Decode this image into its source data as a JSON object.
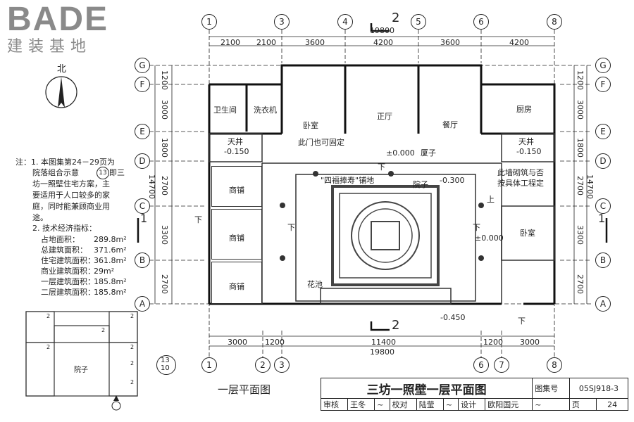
{
  "logo": {
    "brand": "BADE",
    "subtitle": "建装基地"
  },
  "north_label": "北",
  "axes_top": [
    "1",
    "3",
    "4",
    "5",
    "6",
    "8"
  ],
  "axes_bottom": [
    "1",
    "2",
    "3",
    "6",
    "7",
    "8"
  ],
  "axes_left": [
    "G",
    "F",
    "E",
    "D",
    "C",
    "B",
    "A"
  ],
  "axes_right": [
    "G",
    "F",
    "E",
    "D",
    "C",
    "B",
    "A"
  ],
  "section_mark": "2",
  "section_left_mark": "1",
  "section_right_mark": "1",
  "dims_top_total": "19800",
  "dims_top": [
    "2100",
    "2100",
    "3600",
    "4200",
    "3600",
    "4200"
  ],
  "dims_bottom": [
    "3000",
    "1200",
    "11400",
    "1200",
    "3000"
  ],
  "dims_bottom_total": "19800",
  "dims_left": [
    "1200",
    "3000",
    "1800",
    "2700",
    "3300",
    "2700"
  ],
  "dims_left_total": "14700",
  "dims_right": [
    "1200",
    "3000",
    "1800",
    "2700",
    "3300",
    "2700"
  ],
  "dims_right_total": "14700",
  "rooms": {
    "bathroom": "卫生间",
    "laundry": "洗衣机",
    "bedroom_1": "卧室",
    "hall": "正厅",
    "dining": "餐厅",
    "kitchen": "厨房",
    "patio_left": "天井",
    "patio_left_lvl": "-0.150",
    "patio_right": "天井",
    "patio_right_lvl": "-0.150",
    "door_note": "此门也可固定",
    "level_0": "±0.000",
    "corridor": "厦子",
    "down": "下",
    "pavement": "\"四福捧寿\"铺地",
    "courtyard": "院子",
    "courtyard_lvl": "-0.300",
    "wall_note": "此墙砌筑与否",
    "wall_note2": "按具体工程定",
    "up": "上",
    "bedroom_2": "卧室",
    "level_1": "±0.000",
    "flower_bed": "花池",
    "ground_lvl": "-0.450",
    "shop": "商铺"
  },
  "notes": {
    "n1": [
      "注：1. 本图集第24－29页为",
      "院落组合示意",
      "即三",
      "坊一照壁住宅方案，主",
      "要适用于人口较多的家",
      "庭，同时能兼顾商业用",
      "途。"
    ],
    "n1_circle": "13",
    "n2": "2. 技术经济指标：",
    "indicators": [
      {
        "label": "占地面积：",
        "value": "289.8m²"
      },
      {
        "label": "总建筑面积：",
        "value": "371.6m²"
      },
      {
        "label": "住宅建筑面积：",
        "value": "361.8m²"
      },
      {
        "label": "商业建筑面积：",
        "value": "29m²"
      },
      {
        "label": "一层建筑面积：",
        "value": "185.8m²"
      },
      {
        "label": "二层建筑面积：",
        "value": "185.8m²"
      }
    ]
  },
  "keyplan": {
    "courtyard": "院子",
    "room_labels": [
      "2",
      "2",
      "2",
      "2",
      "2",
      "2",
      "2"
    ],
    "ref_top": "13",
    "ref_bottom": "10"
  },
  "plan_title": "一层平面图",
  "title_block": {
    "title": "三坊一照壁一层平面图",
    "atlas_label": "图集号",
    "atlas_no": "05SJ918-3",
    "review": "审核",
    "review_name": "王冬",
    "check": "校对",
    "check_name": "陆莹",
    "design": "设计",
    "design_name": "欧阳国元",
    "page_label": "页",
    "page_no": "24"
  }
}
